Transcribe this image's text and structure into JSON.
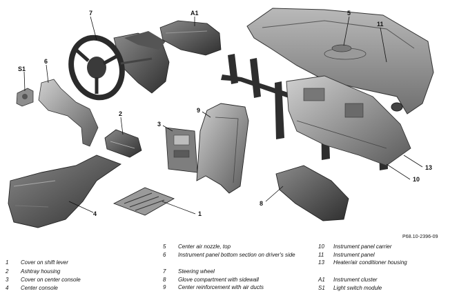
{
  "figure": {
    "reference_code": "P68.10-2396-09",
    "callouts": {
      "c1": "1",
      "c2": "2",
      "c3": "3",
      "c4": "4",
      "c5": "5",
      "c6": "6",
      "c7": "7",
      "c8": "8",
      "c9": "9",
      "c10": "10",
      "c11": "11",
      "c13": "13",
      "a1": "A1",
      "s1": "S1"
    }
  },
  "legend": {
    "col1": [
      {
        "num": "1",
        "text": "Cover on shift lever"
      },
      {
        "num": "2",
        "text": "Ashtray housing"
      },
      {
        "num": "3",
        "text": "Cover on center console"
      },
      {
        "num": "4",
        "text": "Center console"
      }
    ],
    "col2": [
      {
        "num": "5",
        "text": "Center air nozzle, top"
      },
      {
        "num": "6",
        "text": "Instrument panel bottom section on driver's side"
      },
      {
        "num": "7",
        "text": "Steering wheel"
      },
      {
        "num": "8",
        "text": "Glove compartment with sidewall"
      },
      {
        "num": "9",
        "text": "Center reinforcement with air ducts"
      }
    ],
    "col3": [
      {
        "num": "10",
        "text": "Instrument panel carrier"
      },
      {
        "num": "11",
        "text": "Instrument panel"
      },
      {
        "num": "13",
        "text": "Heater/air conditioner housing"
      },
      {
        "num": "A1",
        "text": "Instrument cluster"
      },
      {
        "num": "S1",
        "text": "Light switch module"
      }
    ]
  }
}
